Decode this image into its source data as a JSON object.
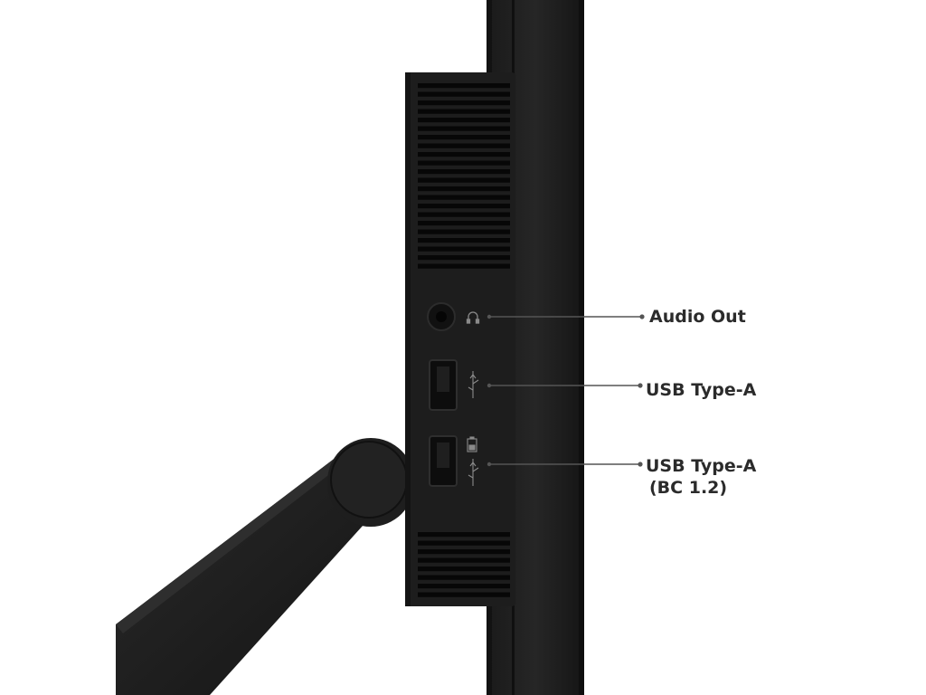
{
  "callouts": {
    "audio_out": "Audio Out",
    "usb_type_a": "USB Type-A",
    "usb_type_a_bc_line1": "USB Type-A",
    "usb_type_a_bc_line2": "(BC 1.2)"
  },
  "port_icons": [
    "headphone-icon",
    "usb-superspeed-icon",
    "battery-charging-icon",
    "usb-superspeed-icon"
  ],
  "colors": {
    "background": "#ffffff",
    "monitor_body": "#1c1c1c",
    "callout_line": "#555555",
    "label_text": "#2b2b2b"
  }
}
